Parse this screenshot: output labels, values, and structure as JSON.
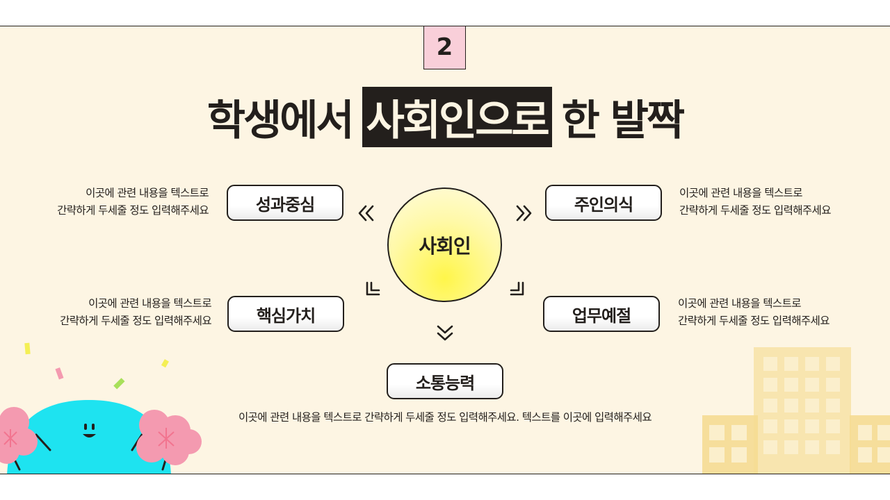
{
  "page": {
    "number": "2"
  },
  "title": {
    "prefix": "학생에서",
    "highlight": "사회인으로",
    "suffix": "한 발짝"
  },
  "center": {
    "label": "사회인"
  },
  "items": [
    {
      "label": "성과중심",
      "desc_line1": "이곳에 관련 내용을 텍스트로",
      "desc_line2": "간략하게 두세줄 정도 입력해주세요"
    },
    {
      "label": "주인의식",
      "desc_line1": "이곳에 관련 내용을 텍스트로",
      "desc_line2": "간략하게 두세줄 정도 입력해주세요"
    },
    {
      "label": "핵심가치",
      "desc_line1": "이곳에 관련 내용을 텍스트로",
      "desc_line2": "간략하게 두세줄 정도 입력해주세요"
    },
    {
      "label": "업무예절",
      "desc_line1": "이곳에 관련 내용을 텍스트로",
      "desc_line2": "간략하게 두세줄 정도 입력해주세요"
    },
    {
      "label": "소통능력",
      "desc_line1": "이곳에 관련 내용을 텍스트로 간략하게 두세줄 정도 입력해주세요. 텍스트를 이곳에 입력해주세요"
    }
  ],
  "colors": {
    "background": "#fdf5e3",
    "ink": "#231f1c",
    "badge": "#f9cfd9",
    "circle": "#fff64a",
    "mascot": "#1ee3f0",
    "pompom": "#f49ab0",
    "building": "#f7e2a6"
  }
}
